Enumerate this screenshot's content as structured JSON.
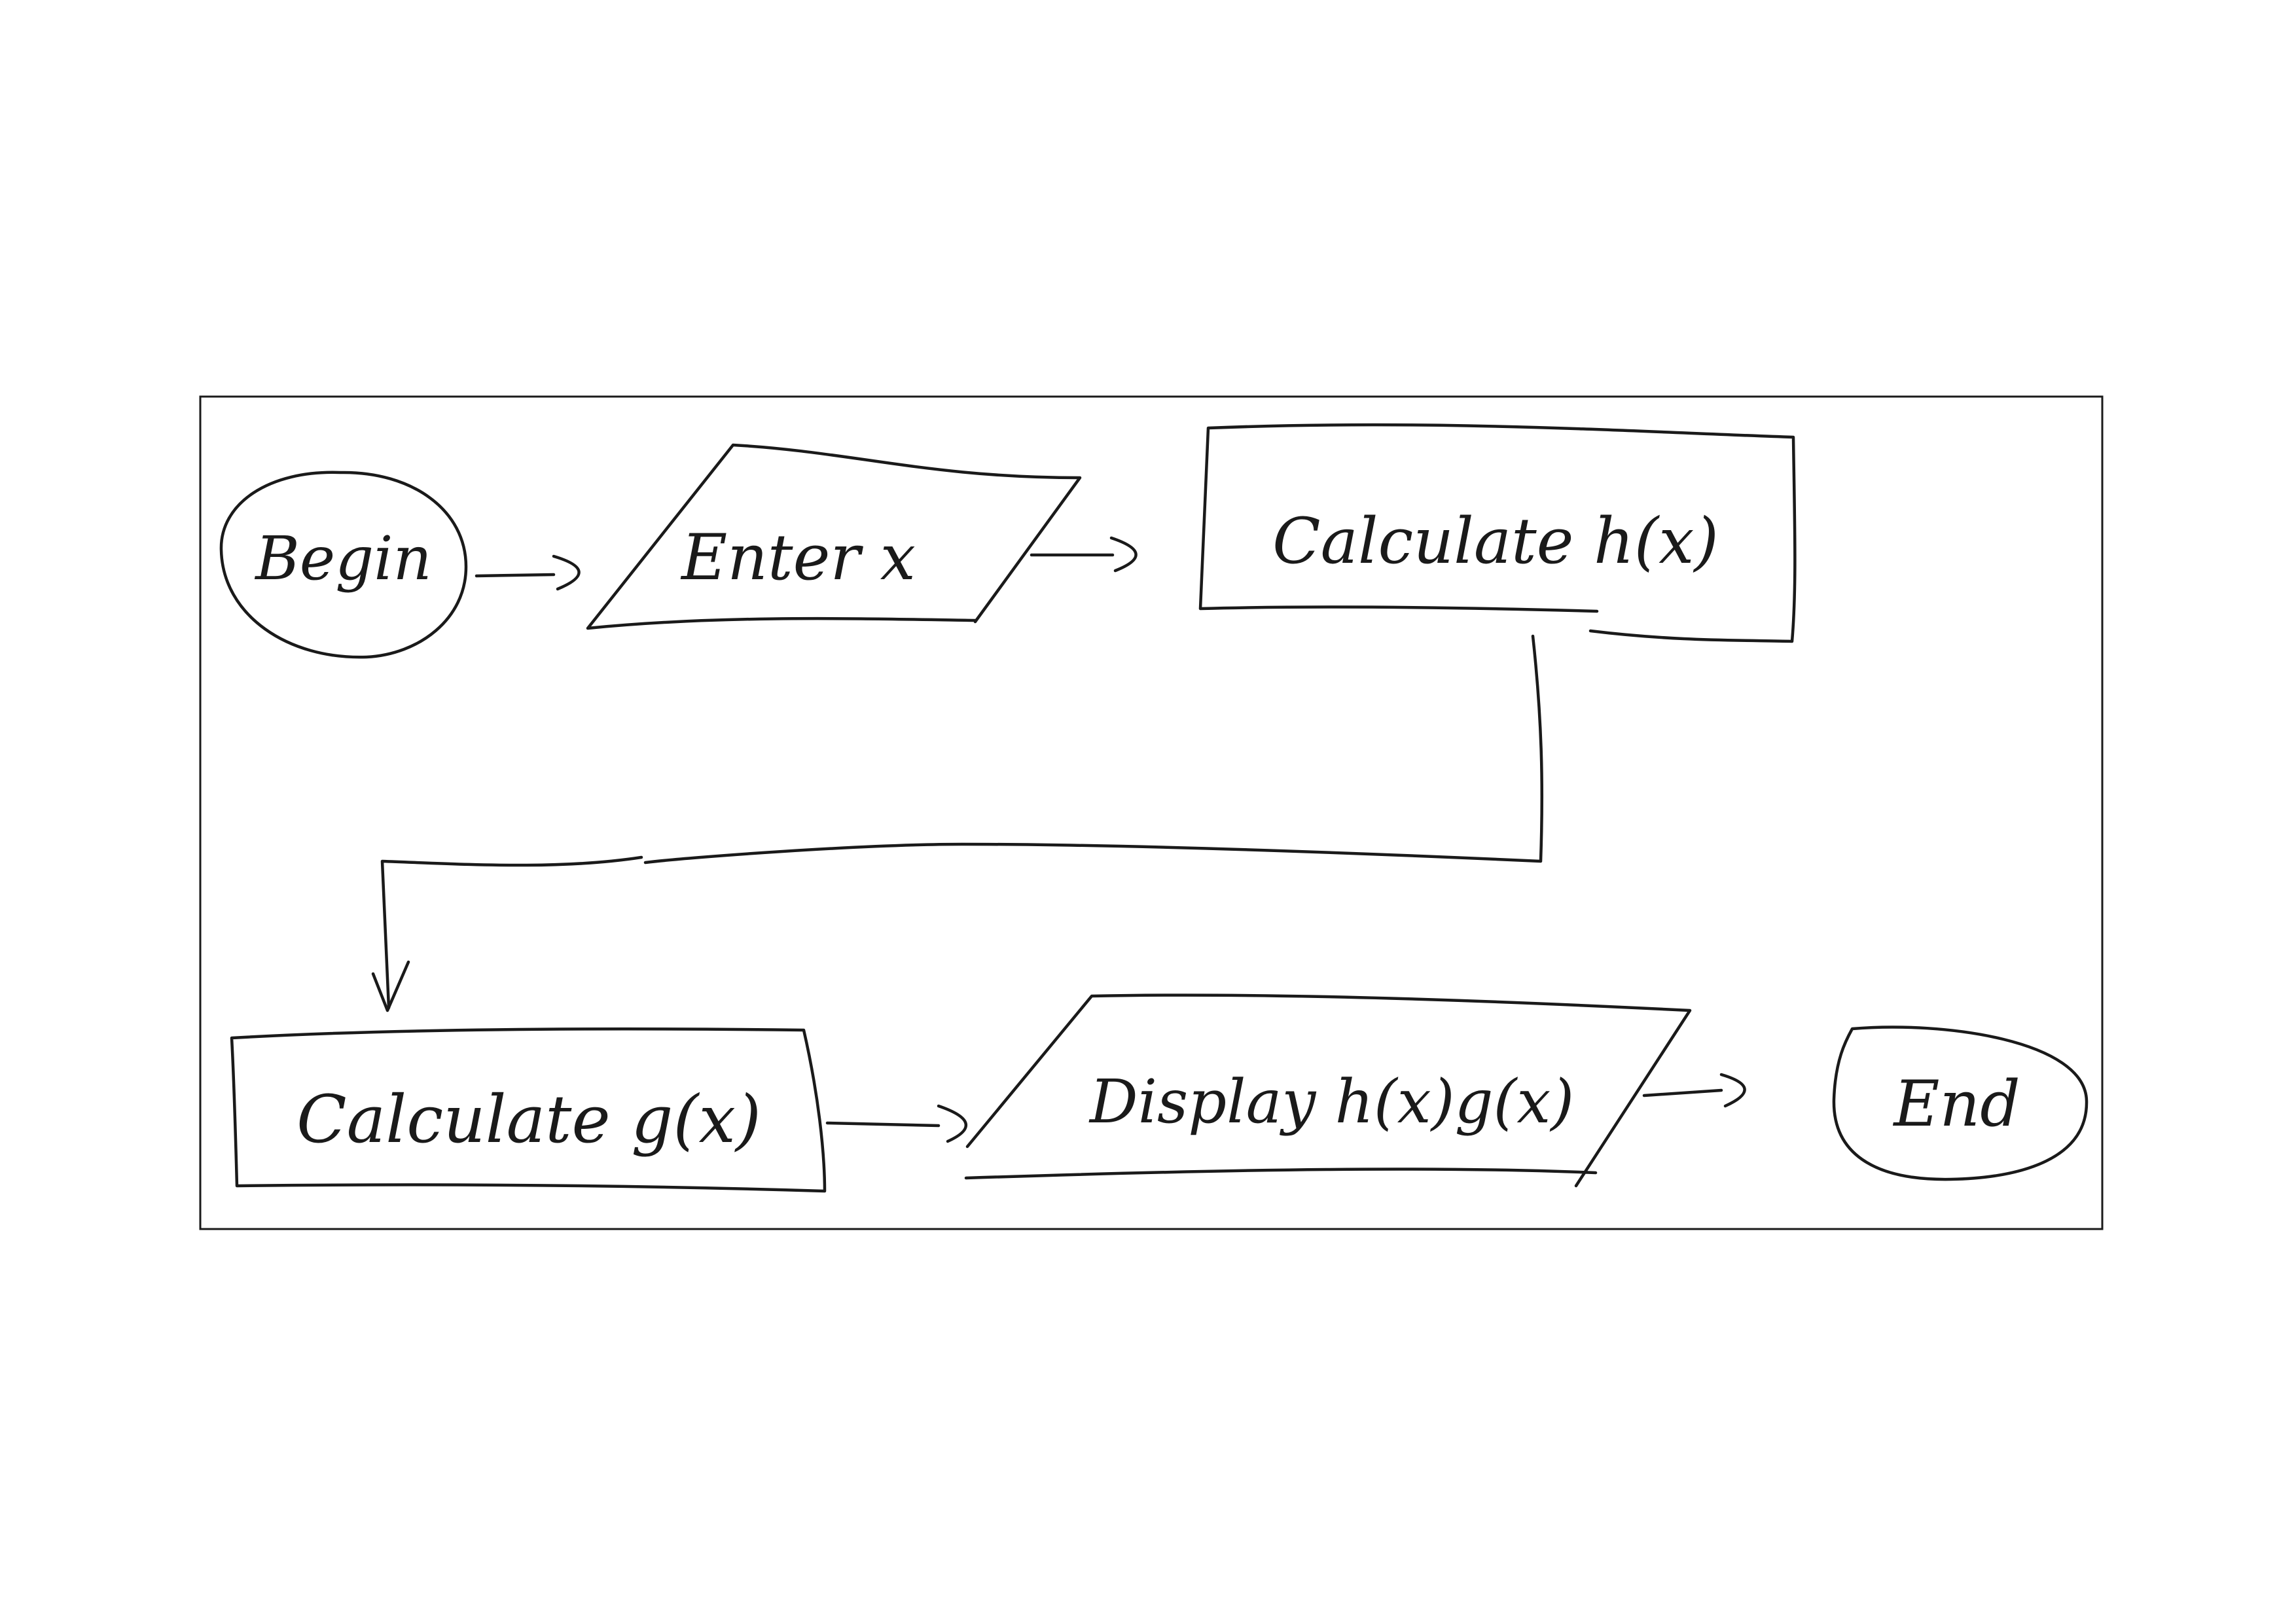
{
  "diagram": {
    "nodes": {
      "begin": {
        "label": "Begin",
        "shape": "oval"
      },
      "enter_x": {
        "label": "Enter x",
        "shape": "parallelogram"
      },
      "calc_h": {
        "label": "Calculate h(x)",
        "shape": "rectangle"
      },
      "calc_g": {
        "label": "Calculate g(x)",
        "shape": "rectangle"
      },
      "display": {
        "label": "Display h(x)g(x)",
        "shape": "parallelogram"
      },
      "end": {
        "label": "End",
        "shape": "oval"
      }
    },
    "edges": [
      {
        "from": "begin",
        "to": "enter_x"
      },
      {
        "from": "enter_x",
        "to": "calc_h"
      },
      {
        "from": "calc_h",
        "to": "calc_g"
      },
      {
        "from": "calc_g",
        "to": "display"
      },
      {
        "from": "display",
        "to": "end"
      }
    ],
    "ink_color": "#1a1a1a"
  }
}
